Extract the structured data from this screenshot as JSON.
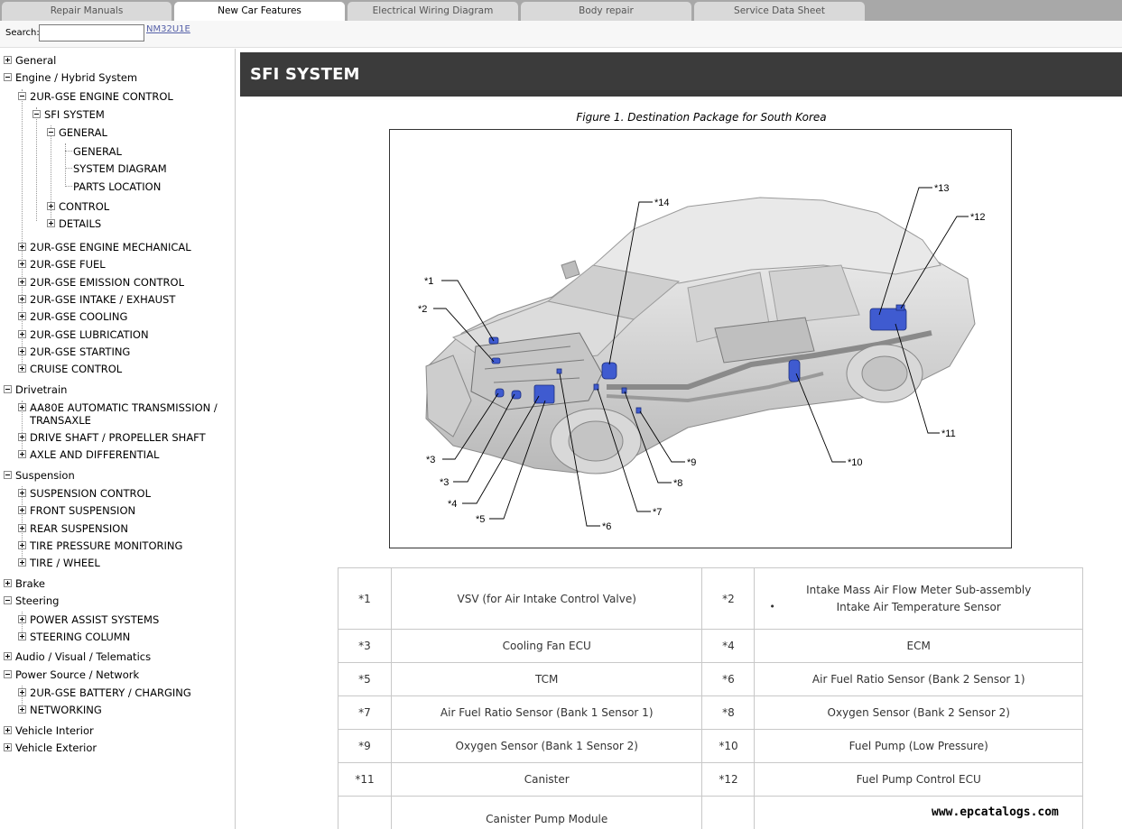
{
  "tabs": [
    {
      "label": "Repair Manuals",
      "active": false
    },
    {
      "label": "New Car Features",
      "active": true
    },
    {
      "label": "Electrical Wiring Diagram",
      "active": false
    },
    {
      "label": "Body repair",
      "active": false
    },
    {
      "label": "Service Data Sheet",
      "active": false
    }
  ],
  "search": {
    "label": "Search:",
    "value": "",
    "doc_code": "NM32U1E"
  },
  "tree": [
    {
      "label": "General",
      "state": "collapsed"
    },
    {
      "label": "Engine / Hybrid System",
      "state": "expanded"
    },
    {
      "label": "2UR-GSE ENGINE CONTROL",
      "state": "expanded"
    },
    {
      "label": "SFI SYSTEM",
      "state": "expanded"
    },
    {
      "label": "GENERAL",
      "state": "expanded"
    },
    {
      "label": "GENERAL",
      "state": "leaf"
    },
    {
      "label": "SYSTEM DIAGRAM",
      "state": "leaf"
    },
    {
      "label": "PARTS LOCATION",
      "state": "leaf"
    },
    {
      "label": "CONTROL",
      "state": "collapsed"
    },
    {
      "label": "DETAILS",
      "state": "collapsed"
    },
    {
      "label": "2UR-GSE ENGINE MECHANICAL",
      "state": "collapsed"
    },
    {
      "label": "2UR-GSE FUEL",
      "state": "collapsed"
    },
    {
      "label": "2UR-GSE EMISSION CONTROL",
      "state": "collapsed"
    },
    {
      "label": "2UR-GSE INTAKE / EXHAUST",
      "state": "collapsed"
    },
    {
      "label": "2UR-GSE COOLING",
      "state": "collapsed"
    },
    {
      "label": "2UR-GSE LUBRICATION",
      "state": "collapsed"
    },
    {
      "label": "2UR-GSE STARTING",
      "state": "collapsed"
    },
    {
      "label": "CRUISE CONTROL",
      "state": "collapsed"
    },
    {
      "label": "Drivetrain",
      "state": "expanded"
    },
    {
      "label": "AA80E AUTOMATIC TRANSMISSION /",
      "label2": "TRANSAXLE",
      "state": "collapsed"
    },
    {
      "label": "DRIVE SHAFT / PROPELLER SHAFT",
      "state": "collapsed"
    },
    {
      "label": "AXLE AND DIFFERENTIAL",
      "state": "collapsed"
    },
    {
      "label": "Suspension",
      "state": "expanded"
    },
    {
      "label": "SUSPENSION CONTROL",
      "state": "collapsed"
    },
    {
      "label": "FRONT SUSPENSION",
      "state": "collapsed"
    },
    {
      "label": "REAR SUSPENSION",
      "state": "collapsed"
    },
    {
      "label": "TIRE PRESSURE MONITORING",
      "state": "collapsed"
    },
    {
      "label": "TIRE / WHEEL",
      "state": "collapsed"
    },
    {
      "label": "Brake",
      "state": "collapsed"
    },
    {
      "label": "Steering",
      "state": "expanded"
    },
    {
      "label": "POWER ASSIST SYSTEMS",
      "state": "collapsed"
    },
    {
      "label": "STEERING COLUMN",
      "state": "collapsed"
    },
    {
      "label": "Audio / Visual / Telematics",
      "state": "collapsed"
    },
    {
      "label": "Power Source / Network",
      "state": "expanded"
    },
    {
      "label": "2UR-GSE BATTERY / CHARGING",
      "state": "collapsed"
    },
    {
      "label": "NETWORKING",
      "state": "collapsed"
    },
    {
      "label": "Vehicle Interior",
      "state": "collapsed"
    },
    {
      "label": "Vehicle Exterior",
      "state": "collapsed"
    }
  ],
  "page": {
    "title": "SFI SYSTEM",
    "figure_caption": "Figure 1. Destination Package for South Korea"
  },
  "figure": {
    "callouts": [
      "*1",
      "*2",
      "*3",
      "*3",
      "*4",
      "*5",
      "*6",
      "*7",
      "*8",
      "*9",
      "*10",
      "*11",
      "*12",
      "*13",
      "*14"
    ],
    "highlight_color": "#3f5bd0"
  },
  "parts_table": [
    {
      "n1": "*1",
      "p1": "VSV (for Air Intake Control Valve)",
      "n2": "*2",
      "p2": "Intake Mass Air Flow Meter Sub-assembly",
      "p2_sub": "Intake Air Temperature Sensor"
    },
    {
      "n1": "*3",
      "p1": "Cooling Fan ECU",
      "n2": "*4",
      "p2": "ECM"
    },
    {
      "n1": "*5",
      "p1": "TCM",
      "n2": "*6",
      "p2": "Air Fuel Ratio Sensor (Bank 2 Sensor 1)"
    },
    {
      "n1": "*7",
      "p1": "Air Fuel Ratio Sensor (Bank 1 Sensor 1)",
      "n2": "*8",
      "p2": "Oxygen Sensor (Bank 2 Sensor 2)"
    },
    {
      "n1": "*9",
      "p1": "Oxygen Sensor (Bank 1 Sensor 2)",
      "n2": "*10",
      "p2": "Fuel Pump (Low Pressure)"
    },
    {
      "n1": "*11",
      "p1": "Canister",
      "n2": "*12",
      "p2": "Fuel Pump Control ECU"
    },
    {
      "n1": "",
      "p1": "Canister Pump Module",
      "n2": "",
      "p2": ""
    }
  ],
  "watermark": "www.epcatalogs.com"
}
